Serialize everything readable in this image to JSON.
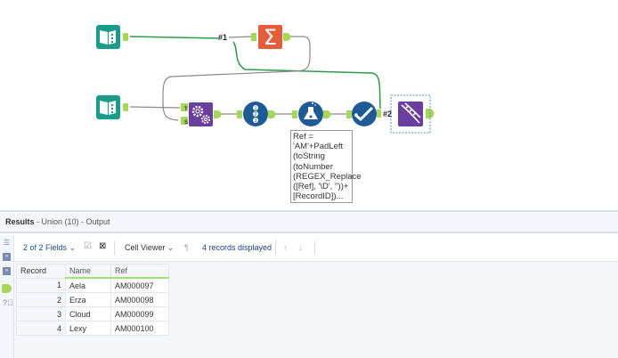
{
  "workflow": {
    "connection_labels": [
      "#1",
      "#2"
    ],
    "annotation_lines": [
      "Ref =",
      "'AM'+PadLeft",
      "(toString",
      "(toNumber",
      "(REGEX_Replace",
      "([Ref], '\\D', ''))+",
      "[RecordID])..."
    ],
    "tools": [
      {
        "name": "input-data-1",
        "icon": "book-icon",
        "color": "#1a9b8c"
      },
      {
        "name": "summarize",
        "icon": "sigma-icon",
        "color": "#e35f3c"
      },
      {
        "name": "input-data-2",
        "icon": "book-icon",
        "color": "#1a9b8c"
      },
      {
        "name": "append-fields",
        "icon": "gears-icon",
        "color": "#6b3fa0"
      },
      {
        "name": "record-id",
        "icon": "numbered-list-icon",
        "color": "#1e5a96"
      },
      {
        "name": "formula",
        "icon": "flask-icon",
        "color": "#1e5a96"
      },
      {
        "name": "select",
        "icon": "checkmark-icon",
        "color": "#1e5a96"
      },
      {
        "name": "union",
        "icon": "dna-icon",
        "color": "#6b3fa0"
      }
    ],
    "append_inputs": [
      "T",
      "S"
    ]
  },
  "results": {
    "title": "Results",
    "subtitle": " - Union (10) - Output",
    "fields_label": "2 of 2 Fields",
    "viewer_label": "Cell Viewer",
    "records_label": "4 records displayed",
    "columns": [
      "Record",
      "Name",
      "Ref"
    ],
    "rows": [
      {
        "record": "1",
        "name": "Aela",
        "ref": "AM000097"
      },
      {
        "record": "2",
        "name": "Erza",
        "ref": "AM000098"
      },
      {
        "record": "3",
        "name": "Cloud",
        "ref": "AM000099"
      },
      {
        "record": "4",
        "name": "Lexy",
        "ref": "AM000100"
      }
    ]
  },
  "colors": {
    "connector": "#a8d65a",
    "wire_green": "#2e9a4a",
    "wire_gray": "#8a8a8a",
    "accent_blue": "#1a4fa0"
  }
}
